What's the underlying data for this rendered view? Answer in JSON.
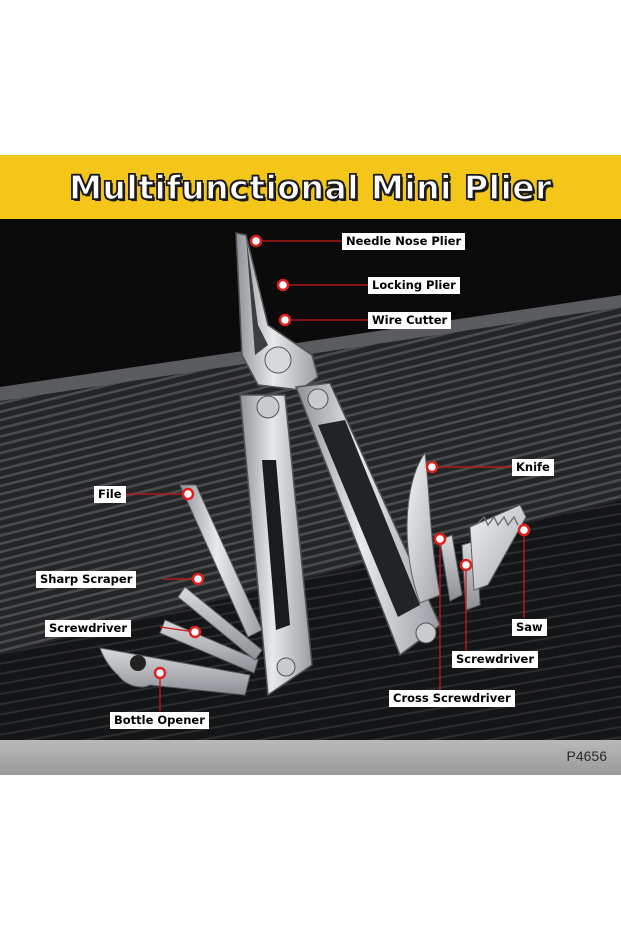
{
  "banner": {
    "title": "Multifunctional Mini Plier",
    "color": "#f4c61a"
  },
  "callouts": {
    "needle_nose_plier": "Needle Nose Plier",
    "locking_plier": "Locking Plier",
    "wire_cutter": "Wire Cutter",
    "knife": "Knife",
    "file": "File",
    "sharp_scraper": "Sharp Scraper",
    "screwdriver_left": "Screwdriver",
    "saw": "Saw",
    "screwdriver_right": "Screwdriver",
    "cross_screwdriver": "Cross Screwdriver",
    "bottle_opener": "Bottle Opener"
  },
  "footer": {
    "model_code": "P4656"
  },
  "colors": {
    "callout_marker": "#e02020",
    "callout_line": "#c81818",
    "background": "#0b0b0c"
  }
}
